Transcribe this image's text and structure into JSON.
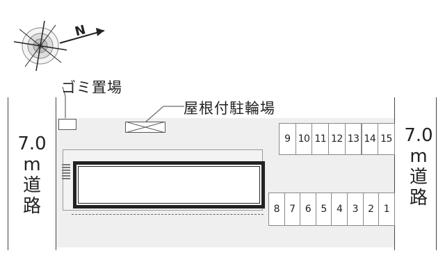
{
  "compass": {
    "label": "N",
    "icon": "compass-rose-icon"
  },
  "road_left": {
    "width": "7.0",
    "unit": "m",
    "line1": "道",
    "line2": "路"
  },
  "road_right": {
    "width": "7.0",
    "unit": "m",
    "line1": "道",
    "line2": "路"
  },
  "callouts": {
    "garbage": "ゴミ置場",
    "bicycle_parking": "屋根付駐輪場"
  },
  "parking_top": [
    "9",
    "10",
    "11",
    "12",
    "13",
    "14",
    "15"
  ],
  "parking_bottom": [
    "8",
    "7",
    "6",
    "5",
    "4",
    "3",
    "2",
    "1"
  ],
  "colors": {
    "site": "#efefef",
    "building_outline": "#222222"
  }
}
